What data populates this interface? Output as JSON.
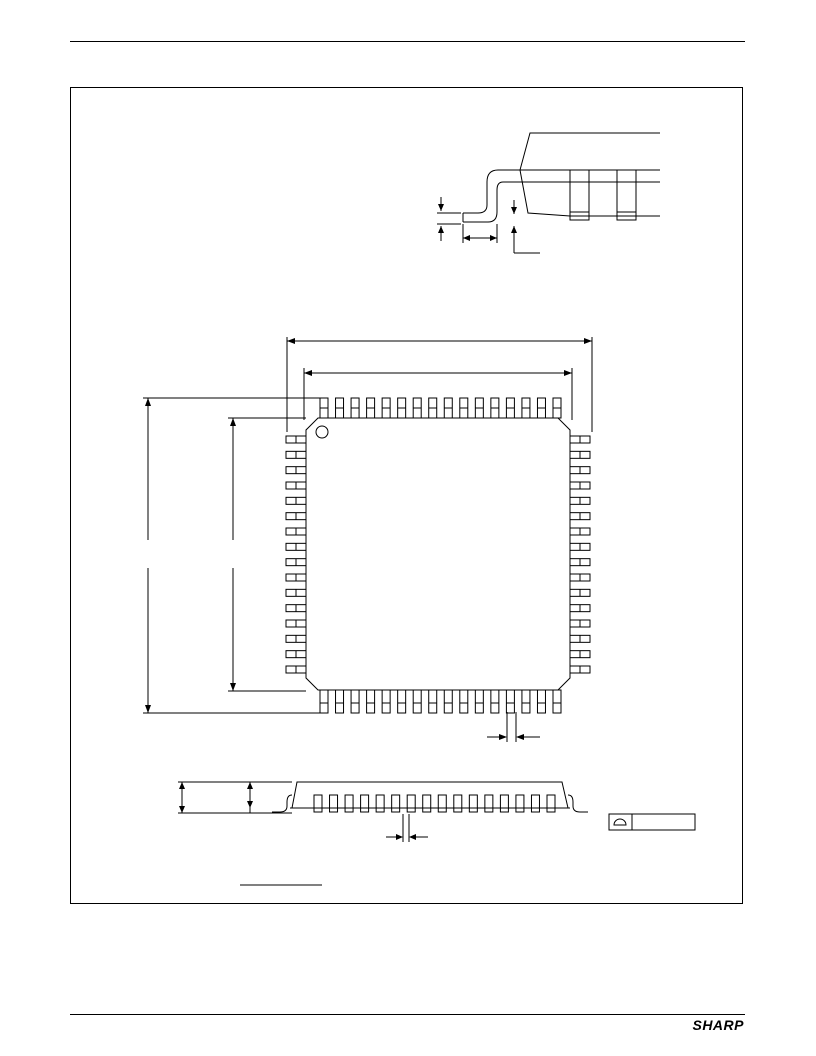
{
  "brand": {
    "logo_text": "SHARP"
  },
  "package_outline": {
    "top_pins_per_side": 16,
    "side_pins_per_side": 16
  }
}
